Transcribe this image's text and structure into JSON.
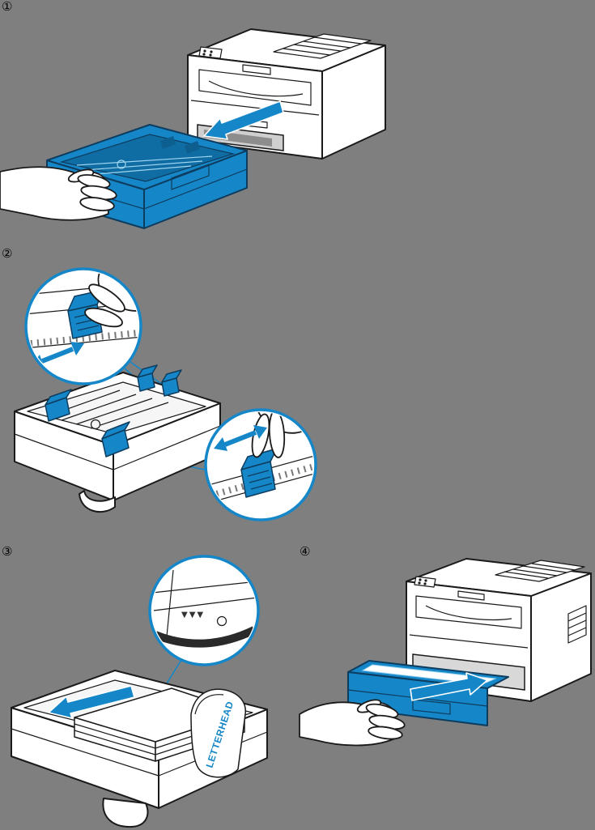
{
  "palette": {
    "page_bg": "#7f7f7f",
    "accent_blue": "#1587c8",
    "outline_dark": "#0d3c5e",
    "line_black": "#1a1a1a",
    "paper_white": "#ffffff"
  },
  "steps": [
    {
      "marker": "①",
      "illustration": "pull-paper-tray-out-of-printer"
    },
    {
      "marker": "②",
      "illustration": "squeeze-and-slide-paper-guides"
    },
    {
      "marker": "③",
      "illustration": "load-paper-letterhead-face-down"
    },
    {
      "marker": "④",
      "illustration": "push-paper-tray-back-into-printer"
    }
  ],
  "labels": {
    "letterhead": "LETTERHEAD",
    "max_fill_marks": "▼▼▼"
  }
}
